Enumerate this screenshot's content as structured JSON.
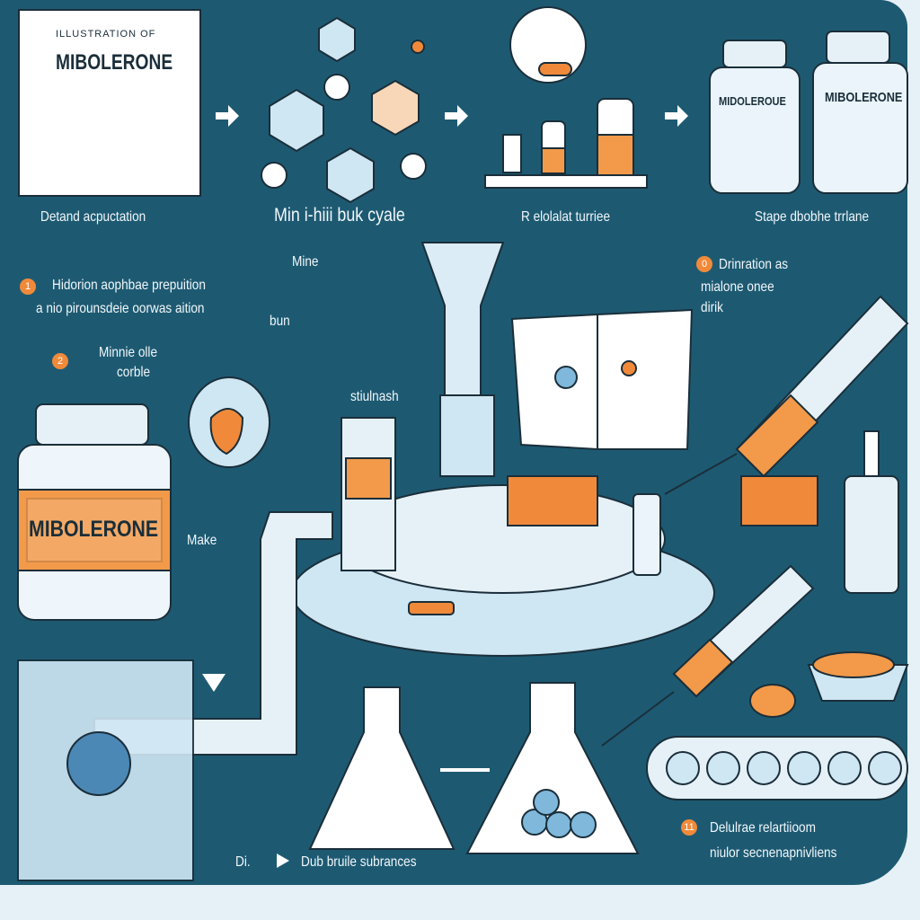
{
  "book": {
    "subtitle": "ILLUSTRATION OF",
    "title": "MIBOLERONE"
  },
  "top_captions": [
    "Detand acpuctation",
    "Min i-hiii buk cyale",
    "R elolalat turriee",
    "Stape dbobhe trrlane"
  ],
  "jar_top": [
    "MIDOLEROUE",
    "MIBOLERONE"
  ],
  "jar_main": "MIBOLERONE",
  "steps": [
    {
      "num": "1",
      "text": "Hidorion aophbae prepuition"
    },
    {
      "num": "",
      "text": "a nio pirounsdeie oorwas aition"
    },
    {
      "num": "2",
      "text": "Minnie olle"
    },
    {
      "num": "",
      "text": "corble"
    },
    {
      "num": "0",
      "text": "Drinration as"
    },
    {
      "num": "",
      "text": "mialone onee"
    },
    {
      "num": "",
      "text": "dirik"
    },
    {
      "num": "11",
      "text": "Delulrae relartiioom"
    },
    {
      "num": "",
      "text": "niulor secnenapnivliens"
    }
  ],
  "small_labels": {
    "mine": "Mine",
    "bun": "bun",
    "stiulnash": "stiulnash",
    "make": "Make",
    "di": "Di.",
    "bottom_caption": "Dub bruile subrances"
  },
  "colors": {
    "panel": "#1d5a72",
    "accent": "#f08a3a",
    "glass": "#cfe6f3",
    "outline": "#1a2e3a"
  }
}
